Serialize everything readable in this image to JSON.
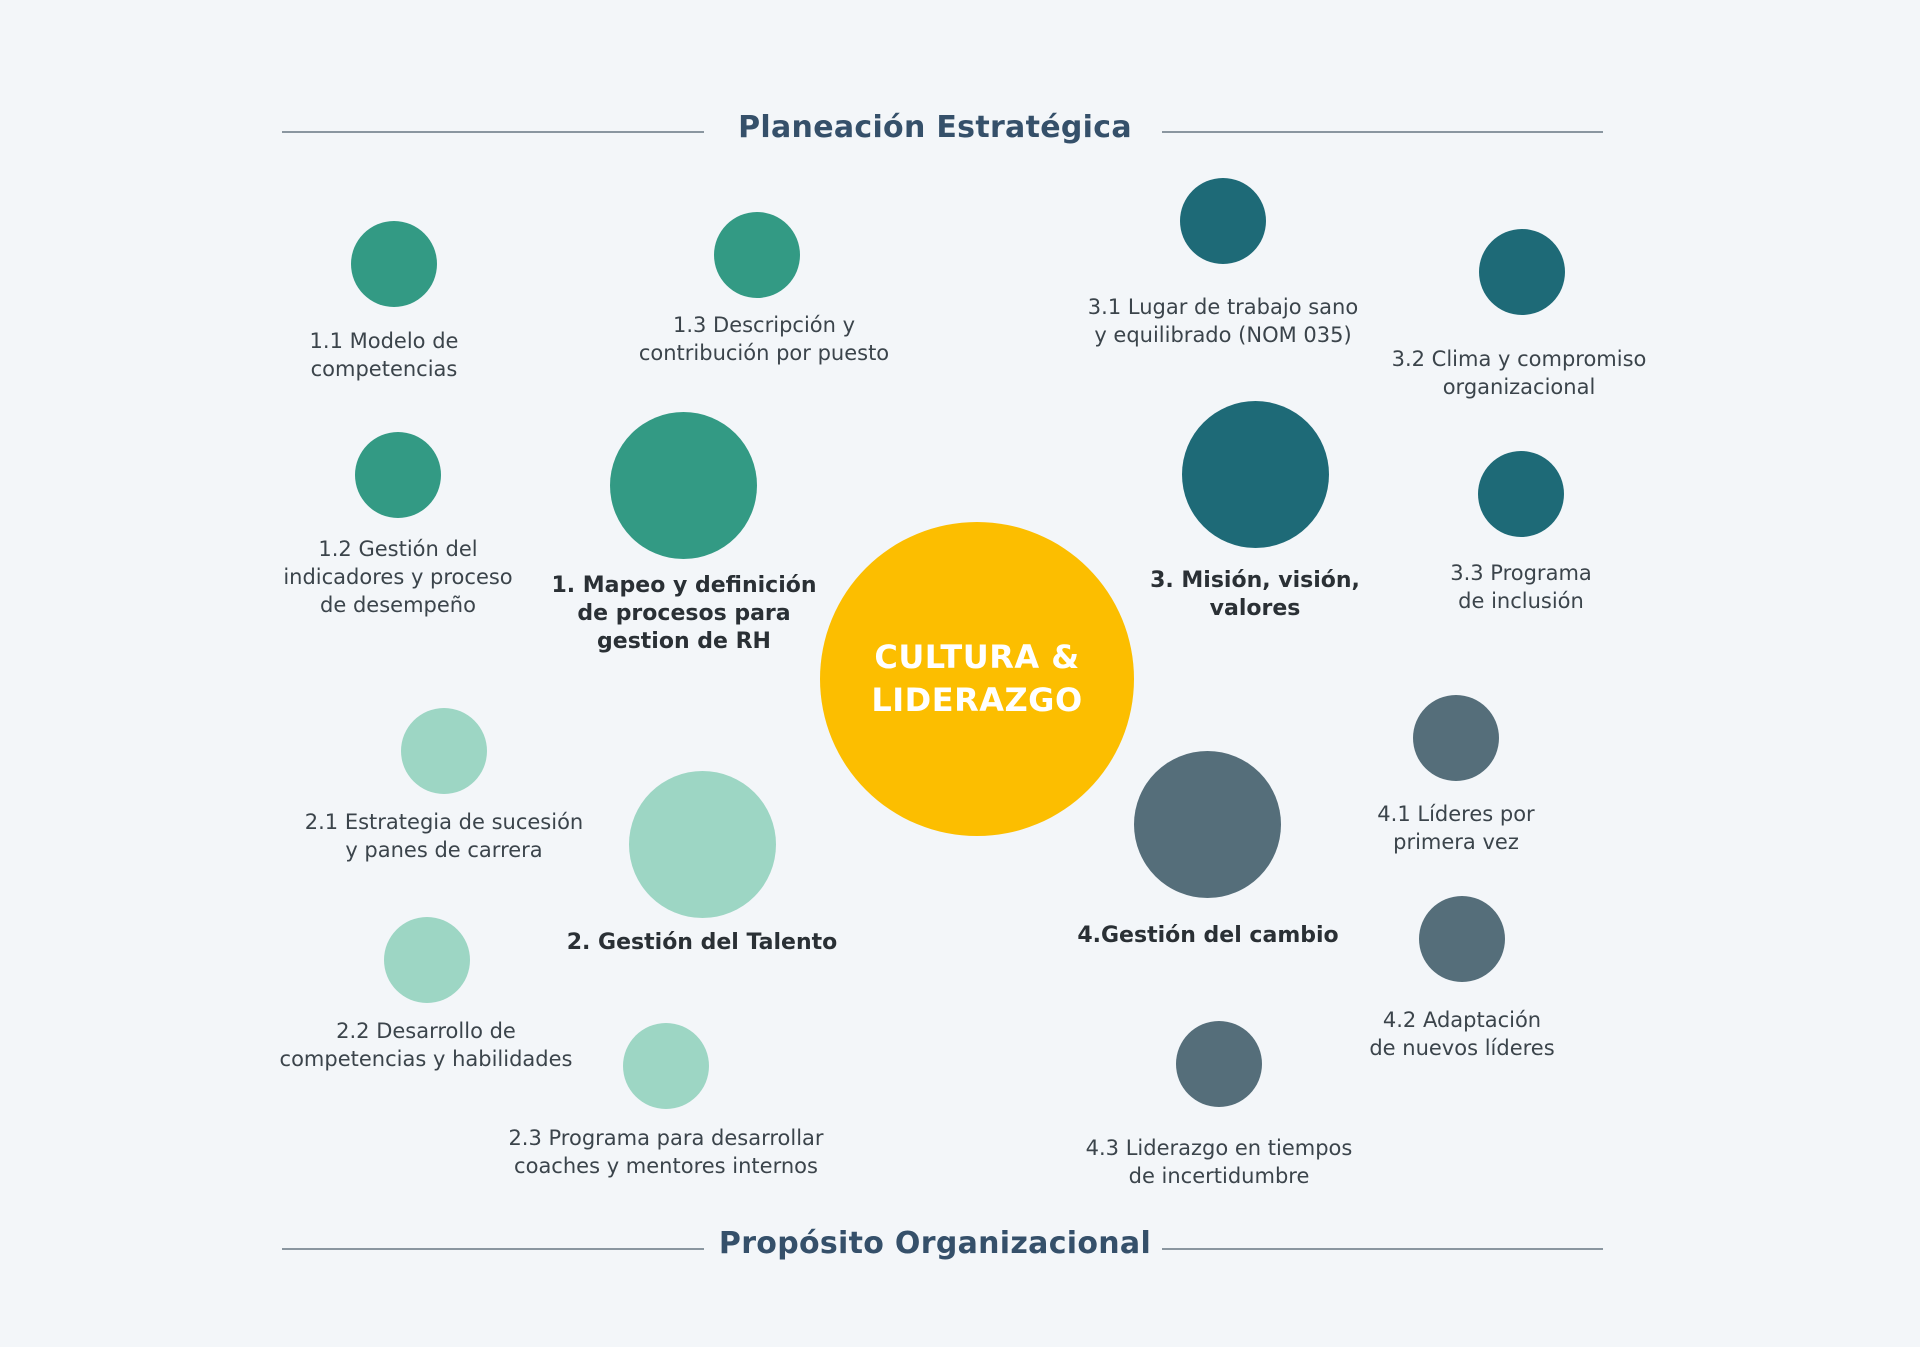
{
  "headings": {
    "top": "Planeación Estratégica",
    "bottom": "Propósito Organizacional"
  },
  "core": {
    "lines": [
      "CULTURA &",
      "LIDERAZGO"
    ]
  },
  "colors": {
    "background": "#f3f6f9",
    "core": "#fcbe00",
    "group1": "#339a84",
    "group2": "#9dd6c4",
    "group3": "#1e6a77",
    "group4": "#556e7a",
    "heading": "#35506a"
  },
  "groups": [
    {
      "main": {
        "lines": [
          "1. Mapeo y definición",
          "de procesos para",
          "gestion de RH"
        ]
      },
      "items": [
        {
          "lines": [
            "1.1 Modelo de",
            "competencias"
          ]
        },
        {
          "lines": [
            "1.2 Gestión del",
            "indicadores y proceso",
            "de desempeño"
          ]
        },
        {
          "lines": [
            "1.3 Descripción y",
            "contribución por puesto"
          ]
        }
      ]
    },
    {
      "main": {
        "lines": [
          "2. Gestión del Talento"
        ]
      },
      "items": [
        {
          "lines": [
            "2.1 Estrategia de sucesión",
            "y panes de carrera"
          ]
        },
        {
          "lines": [
            "2.2 Desarrollo de",
            "competencias y habilidades"
          ]
        },
        {
          "lines": [
            "2.3 Programa para desarrollar",
            "coaches y mentores internos"
          ]
        }
      ]
    },
    {
      "main": {
        "lines": [
          "3. Misión, visión,",
          "valores"
        ]
      },
      "items": [
        {
          "lines": [
            "3.1 Lugar de trabajo sano",
            "y equilibrado (NOM 035)"
          ]
        },
        {
          "lines": [
            "3.2 Clima y compromiso",
            "organizacional"
          ]
        },
        {
          "lines": [
            "3.3 Programa",
            "de inclusión"
          ]
        }
      ]
    },
    {
      "main": {
        "lines": [
          "4.Gestión del cambio"
        ]
      },
      "items": [
        {
          "lines": [
            "4.1 Líderes por",
            "primera vez"
          ]
        },
        {
          "lines": [
            "4.2 Adaptación",
            "de nuevos líderes"
          ]
        },
        {
          "lines": [
            "4.3 Liderazgo en tiempos",
            "de incertidumbre"
          ]
        }
      ]
    }
  ]
}
